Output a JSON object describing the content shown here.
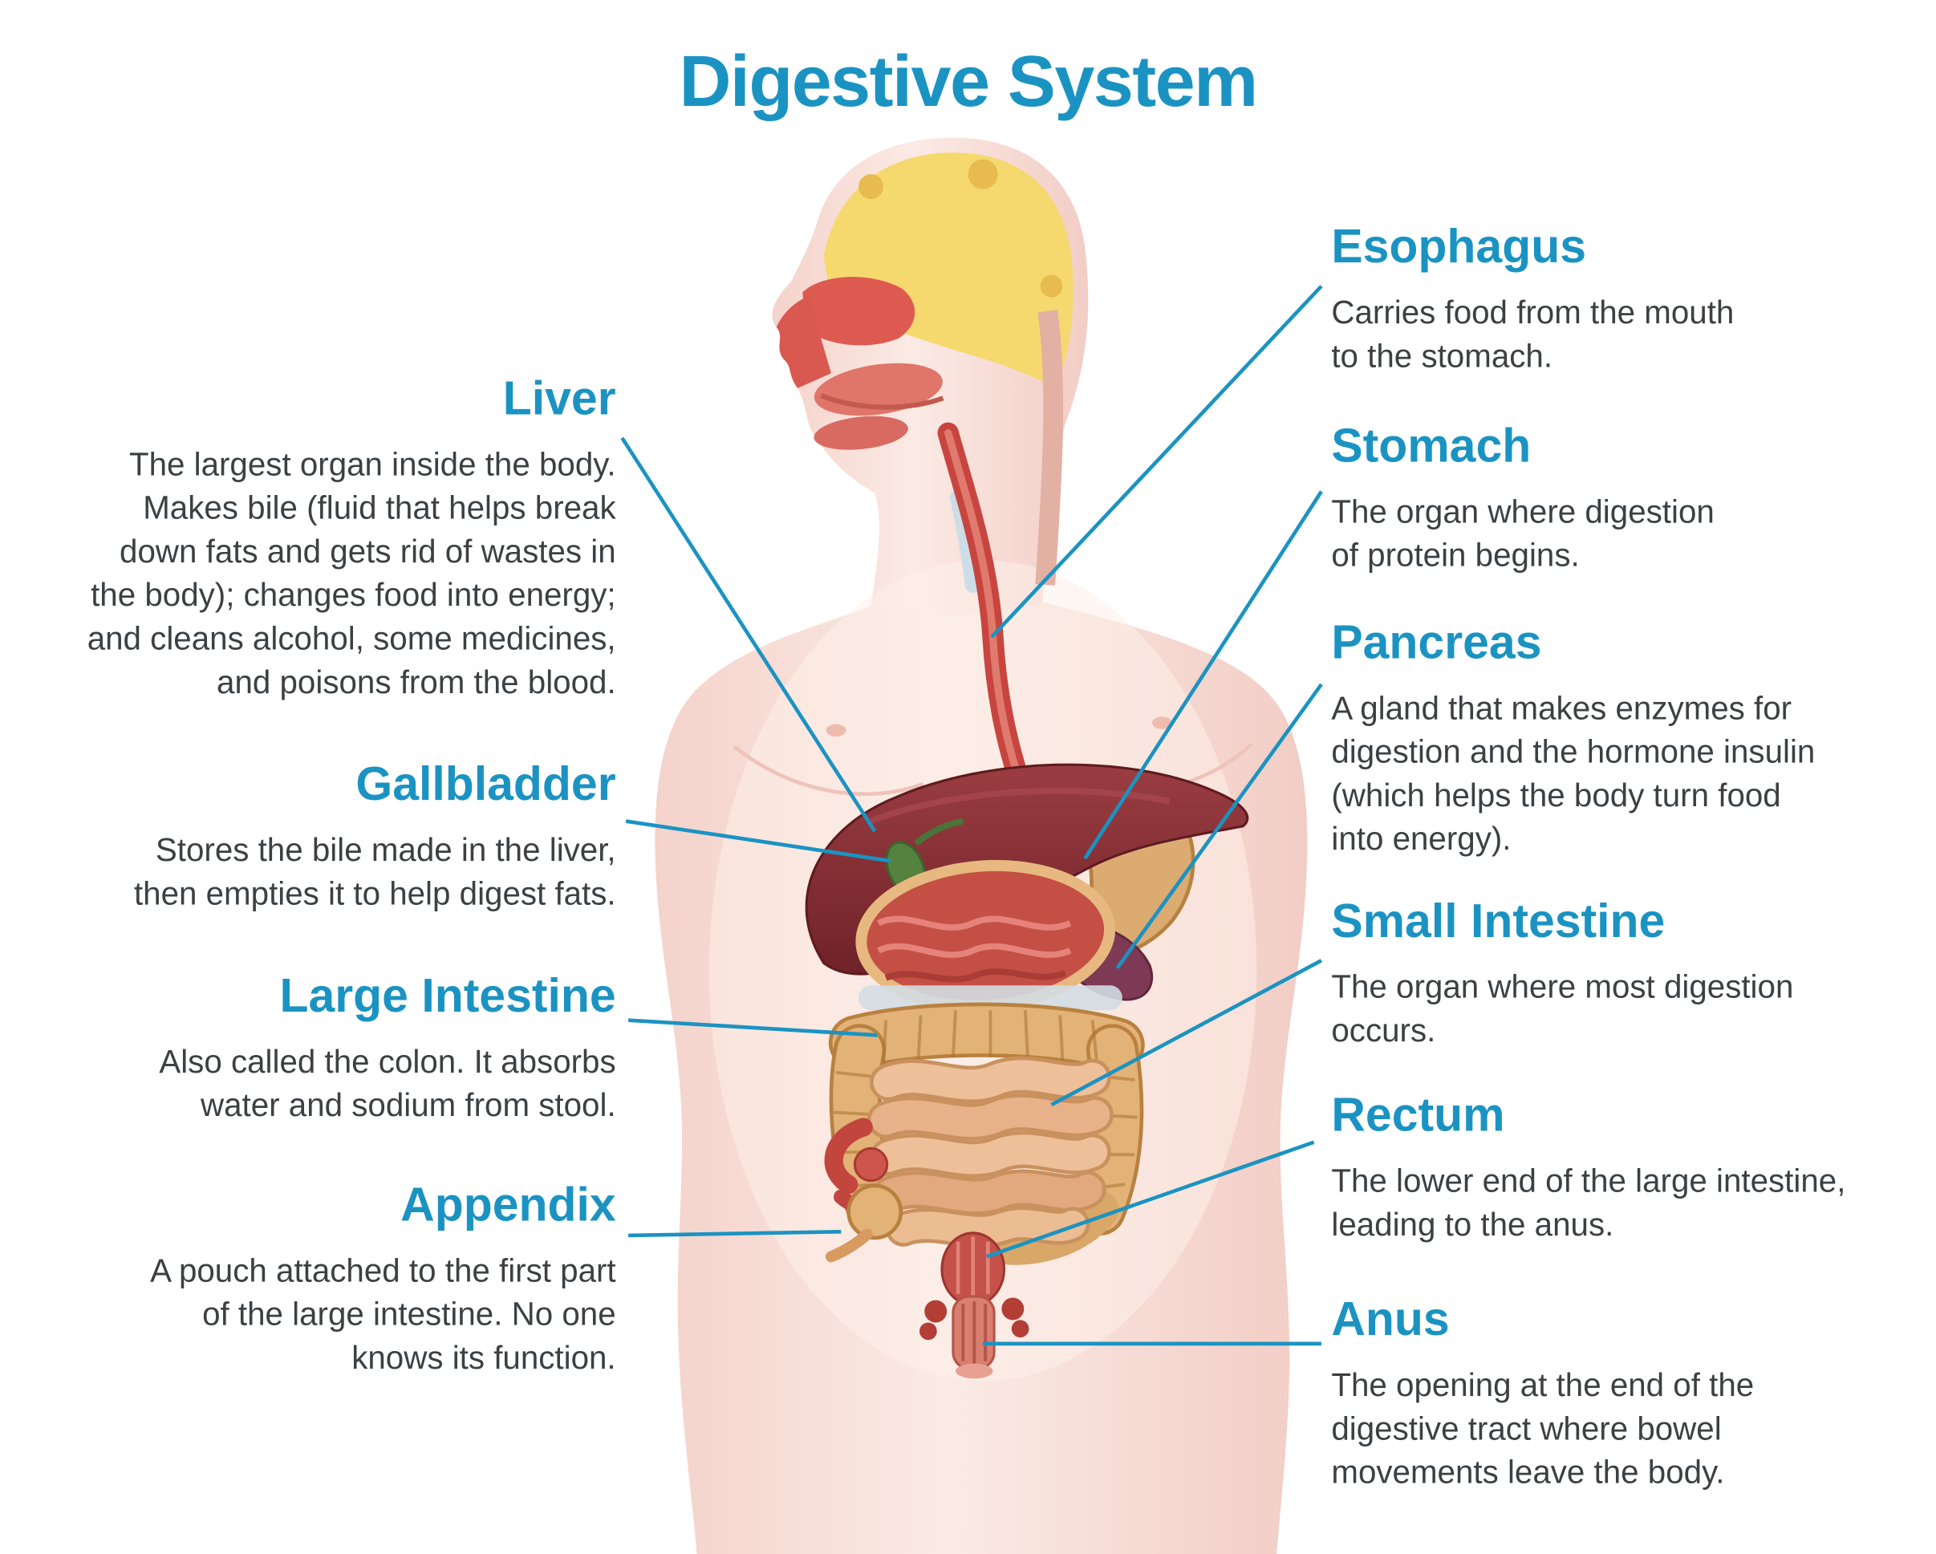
{
  "title": "Digestive System",
  "colors": {
    "accent": "#1b93c2",
    "text": "#3d4043",
    "background": "#ffffff"
  },
  "left_labels": [
    {
      "id": "liver",
      "heading": "Liver",
      "description": "The largest organ inside the body.\nMakes bile (fluid that helps break\ndown fats and gets rid of wastes in\nthe body); changes food into energy;\nand cleans alcohol, some medicines,\nand poisons from the blood."
    },
    {
      "id": "gallbladder",
      "heading": "Gallbladder",
      "description": "Stores the bile made in the liver,\nthen empties it to help digest fats."
    },
    {
      "id": "large-intestine",
      "heading": "Large Intestine",
      "description": "Also called the colon. It absorbs\nwater and sodium from stool."
    },
    {
      "id": "appendix",
      "heading": "Appendix",
      "description": "A pouch attached to the first part\nof the large intestine. No one\nknows its function."
    }
  ],
  "right_labels": [
    {
      "id": "esophagus",
      "heading": "Esophagus",
      "description": "Carries food from the mouth\nto the stomach."
    },
    {
      "id": "stomach",
      "heading": "Stomach",
      "description": "The organ where digestion\nof protein begins."
    },
    {
      "id": "pancreas",
      "heading": "Pancreas",
      "description": "A gland that makes enzymes for\ndigestion and the hormone insulin\n(which helps the body turn food\ninto energy)."
    },
    {
      "id": "small-intestine",
      "heading": "Small Intestine",
      "description": "The organ where most digestion\noccurs."
    },
    {
      "id": "rectum",
      "heading": "Rectum",
      "description": "The lower end of the large intestine,\nleading to the anus."
    },
    {
      "id": "anus",
      "heading": "Anus",
      "description": "The opening at the end of the\ndigestive tract where bowel\nmovements leave the body."
    }
  ]
}
